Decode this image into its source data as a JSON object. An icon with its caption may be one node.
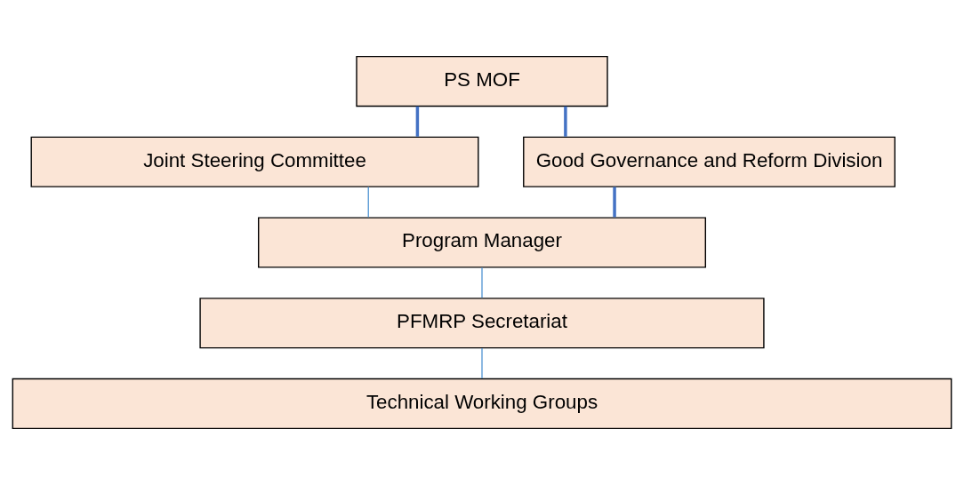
{
  "diagram": {
    "nodes": [
      {
        "text": [
          "PS MOF"
        ]
      },
      {
        "text": [
          "Joint Steering Committee"
        ]
      },
      {
        "text": [
          "Good Governance and Reform Division"
        ]
      },
      {
        "text": [
          "Program Manager"
        ]
      },
      {
        "text": [
          "PFMRP Secretariat"
        ]
      },
      {
        "text": [
          "Technical Working Groups"
        ]
      }
    ],
    "edges": [
      {
        "from": 0,
        "to": 2,
        "arrow": "none",
        "style": "thick",
        "color": "#4472c4"
      },
      {
        "from": 0,
        "to": 1,
        "arrow": "none",
        "style": "thick",
        "color": "#4472c4"
      },
      {
        "from": 1,
        "to": 3,
        "arrow": "none"
      },
      {
        "from": 2,
        "to": 3,
        "arrow": "none",
        "style": "thick",
        "color": "#4472c4"
      },
      {
        "from": 3,
        "to": 4,
        "arrow": "none"
      },
      {
        "from": 4,
        "to": 5,
        "arrow": "none"
      }
    ]
  }
}
